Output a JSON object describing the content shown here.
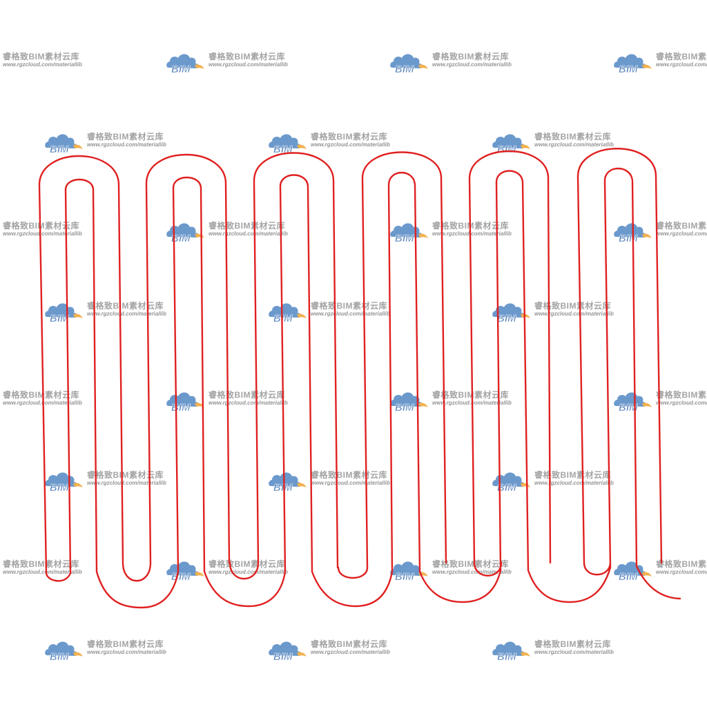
{
  "watermark": {
    "logo_text": "BIM",
    "name": "睿格致BIM素材云库",
    "url": "www.rgzcloud.com/materiallib",
    "colors": {
      "cloud": "#5b8fc7",
      "accent": "#f2a93b",
      "logo_text": "#3f73b5",
      "text": "#9a9a9a"
    },
    "icon": "cloud-icon"
  },
  "pipe": {
    "color": "#e02020",
    "loops": 6,
    "description_icon": "serpentine-pipe"
  }
}
